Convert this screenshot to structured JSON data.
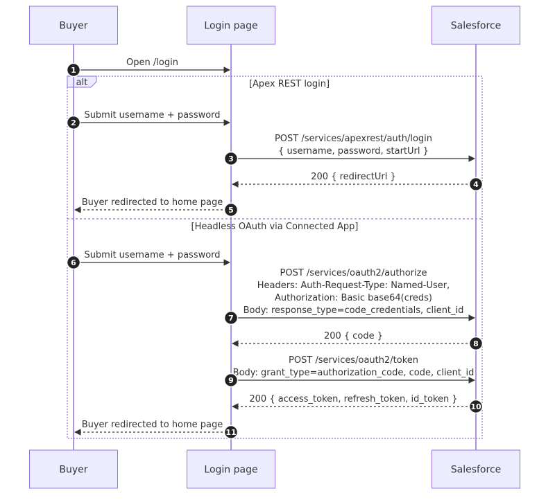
{
  "participants": [
    {
      "id": "buyer",
      "label": "Buyer"
    },
    {
      "id": "login",
      "label": "Login page"
    },
    {
      "id": "sf",
      "label": "Salesforce"
    }
  ],
  "alt": {
    "keyword": "alt",
    "sections": [
      {
        "condition": "[Apex REST login]"
      },
      {
        "condition": "[Headless OAuth via Connected App]"
      }
    ]
  },
  "messages": [
    {
      "num": "1",
      "from": "buyer",
      "to": "login",
      "style": "solid",
      "lines": [
        "Open /login"
      ]
    },
    {
      "num": "2",
      "from": "buyer",
      "to": "login",
      "style": "solid",
      "lines": [
        "Submit username + password"
      ]
    },
    {
      "num": "3",
      "from": "login",
      "to": "sf",
      "style": "solid",
      "lines": [
        "POST /services/apexrest/auth/login",
        "{ username, password, startUrl }"
      ]
    },
    {
      "num": "4",
      "from": "sf",
      "to": "login",
      "style": "dashed",
      "lines": [
        "200 { redirectUrl }"
      ]
    },
    {
      "num": "5",
      "from": "login",
      "to": "buyer",
      "style": "dashed",
      "lines": [
        "Buyer redirected to home page"
      ]
    },
    {
      "num": "6",
      "from": "buyer",
      "to": "login",
      "style": "solid",
      "lines": [
        "Submit username + password"
      ]
    },
    {
      "num": "7",
      "from": "login",
      "to": "sf",
      "style": "solid",
      "lines": [
        "POST /services/oauth2/authorize",
        "Headers: Auth-Request-Type: Named-User,",
        "Authorization: Basic base64(creds)",
        "Body: response_type=code_credentials, client_id"
      ]
    },
    {
      "num": "8",
      "from": "sf",
      "to": "login",
      "style": "dashed",
      "lines": [
        "200 { code }"
      ]
    },
    {
      "num": "9",
      "from": "login",
      "to": "sf",
      "style": "solid",
      "lines": [
        "POST /services/oauth2/token",
        "Body: grant_type=authorization_code, code, client_id"
      ]
    },
    {
      "num": "10",
      "from": "sf",
      "to": "login",
      "style": "dashed",
      "lines": [
        "200 { access_token, refresh_token, id_token }"
      ]
    },
    {
      "num": "11",
      "from": "login",
      "to": "buyer",
      "style": "dashed",
      "lines": [
        "Buyer redirected to home page"
      ]
    }
  ]
}
